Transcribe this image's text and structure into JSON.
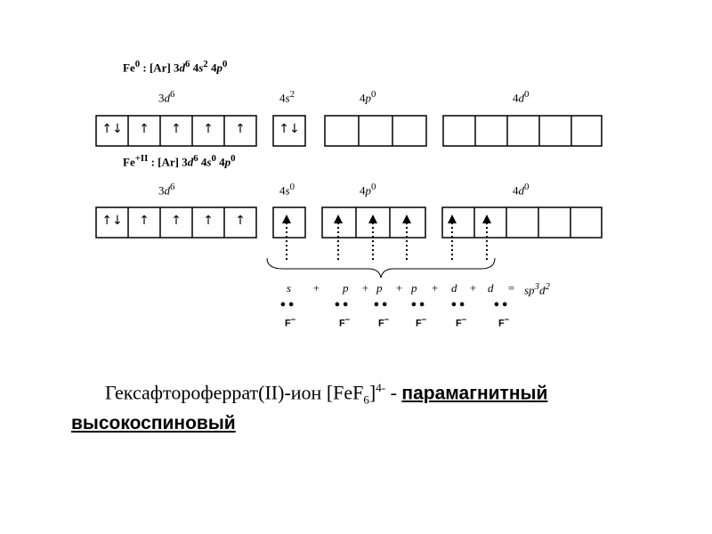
{
  "ground": {
    "element": "Fe",
    "charge": "0",
    "core": " : [Ar] 3",
    "d_exp": "6",
    "s_part": "4",
    "s_exp": "2",
    "p_part": "4",
    "p_exp": "0",
    "labels": {
      "d3": "3",
      "d3_exp": "6",
      "s4": "4",
      "s4_exp": "2",
      "p4": "4",
      "p4_exp": "0",
      "d4": "4",
      "d4_exp": "0"
    },
    "d_arrows": [
      "↑↓",
      "↑",
      "↑",
      "↑",
      "↑"
    ],
    "s_arrows": [
      "↑↓"
    ]
  },
  "ion": {
    "element": "Fe",
    "charge": "+II",
    "core": " : [Ar] 3",
    "d_exp": "6",
    "s_part": "4",
    "s_exp": "0",
    "p_part": "4",
    "p_exp": "0",
    "labels": {
      "d3": "3",
      "d3_exp": "6",
      "s4": "4",
      "s4_exp": "0",
      "p4": "4",
      "p4_exp": "0",
      "d4": "4",
      "d4_exp": "0"
    },
    "d_arrows": [
      "↑↓",
      "↑",
      "↑",
      "↑",
      "↑"
    ]
  },
  "hybridization": {
    "s": "s",
    "plus": "+",
    "p": "p",
    "d": "d",
    "eq": "=",
    "sp": "sp",
    "three": "3",
    "d2": "d",
    "two": "2"
  },
  "ligand": "F",
  "ligand_charge": "−",
  "ligand_dots": "••",
  "caption": {
    "lead": "Гексафтороферрат(II)-ион  [FeF",
    "sub": "6",
    "close": "]",
    "sup": "4-",
    "dash": " - ",
    "para": "парамагнитный",
    "spin": "высокоспиновый"
  }
}
